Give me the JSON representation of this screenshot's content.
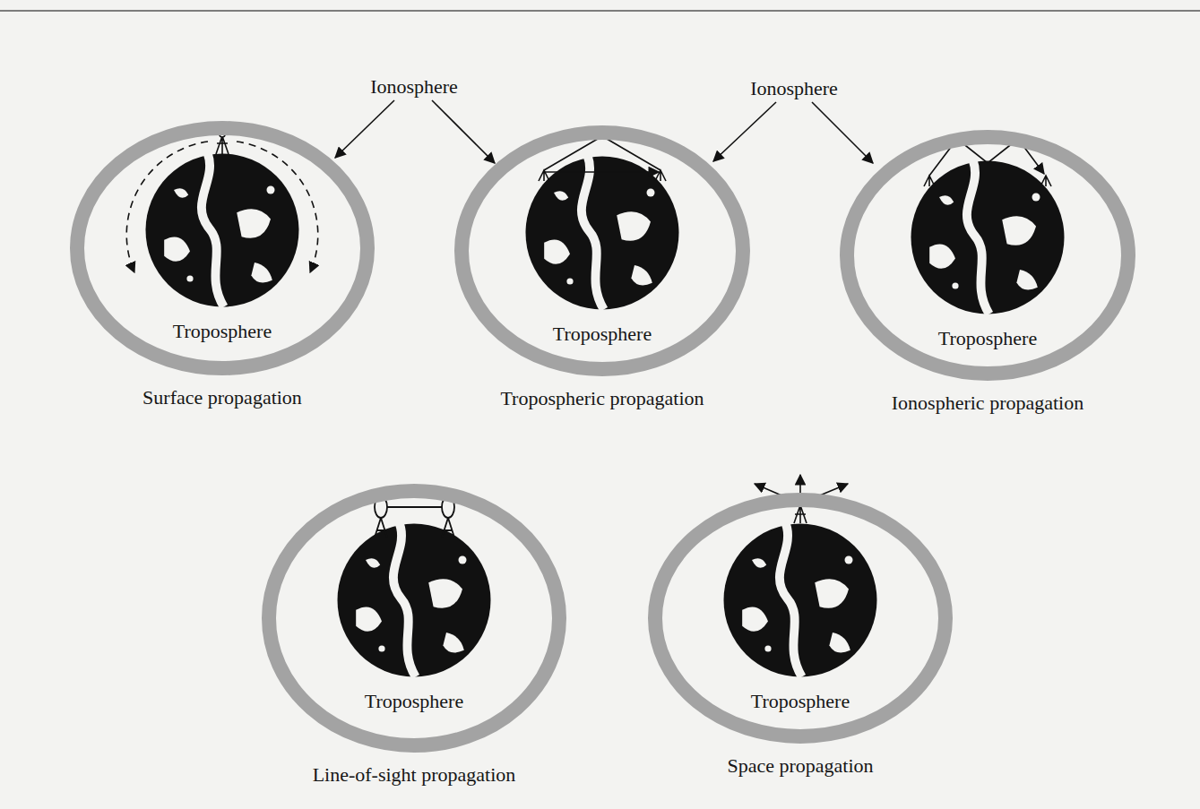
{
  "diagram": {
    "nodes": [
      {
        "text": [
          "Troposphere",
          "Surface propagation"
        ]
      },
      {
        "text": [
          "Troposphere",
          "Tropospheric propagation"
        ]
      },
      {
        "text": [
          "Troposphere",
          "Ionospheric propagation"
        ]
      },
      {
        "text": [
          "Troposphere",
          "Line-of-sight propagation"
        ]
      },
      {
        "text": [
          "Troposphere",
          "Space propagation"
        ]
      }
    ],
    "labels": [
      "Ionosphere",
      "Ionosphere"
    ]
  }
}
